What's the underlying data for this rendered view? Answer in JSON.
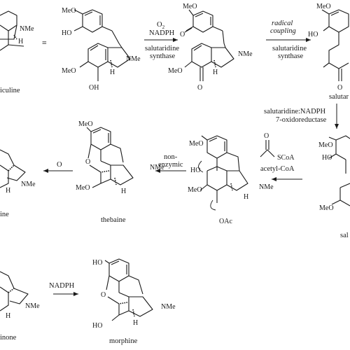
{
  "compounds": {
    "reticuline_left": {
      "name": "iculine",
      "NMe": "NMe",
      "H": "H"
    },
    "reticuline_main": {
      "OMe_top": "MeO",
      "OH_top": "HO",
      "NMe": "NMe",
      "H": "H",
      "OMe_bottom": "MeO",
      "OH_bottom": "OH"
    },
    "dienone": {
      "OMe_top": "MeO",
      "O_top": "O",
      "NMe": "NMe",
      "H": "H",
      "OMe_bottom": "MeO",
      "O_bottom": "O"
    },
    "salutaridine": {
      "name": "salutar",
      "OMe_top": "MeO",
      "HO": "HO",
      "O": "O"
    },
    "salutaridinol_right": {
      "OMe_top": "MeO",
      "HO": "HO",
      "OMe_bottom": "MeO",
      "name": "sal"
    },
    "acetate": {
      "OMe_top": "MeO",
      "HO": "HO",
      "NMe": "NMe",
      "H": "H",
      "OMe_bottom": "MeO",
      "OAc": "OAc"
    },
    "thebaine": {
      "name": "thebaine",
      "OMe_top": "MeO",
      "O": "O",
      "NMe": "NMe",
      "H": "H",
      "OMe_bottom": "MeO"
    },
    "neopinone": {
      "name": "ine",
      "NMe": "NMe",
      "H": "H"
    },
    "codeinone": {
      "name": "inone",
      "NMe": "NMe",
      "H": "H"
    },
    "morphine": {
      "name": "morphine",
      "HO_top": "HO",
      "O": "O",
      "NMe": "NMe",
      "H": "H",
      "HO_bottom": "HO"
    }
  },
  "labels": {
    "equiv": "≡",
    "arrow1_cofactors": [
      "O",
      "2",
      "NADPH"
    ],
    "arrow1_enzyme": [
      "salutaridine",
      "synthase"
    ],
    "arrow2_top": [
      "radical",
      "coupling"
    ],
    "arrow2_enzyme": [
      "salutaridine",
      "synthase"
    ],
    "arrow3_enzyme": [
      "salutaridine:NADPH",
      "7-oxidoreductase"
    ],
    "arrow4_reagent": [
      "SCoA",
      "acetyl-CoA"
    ],
    "arrow5": [
      "non-",
      "enzymic"
    ],
    "arrow6": "O",
    "arrow7": "NADPH",
    "acetylcoa_O": "O"
  }
}
